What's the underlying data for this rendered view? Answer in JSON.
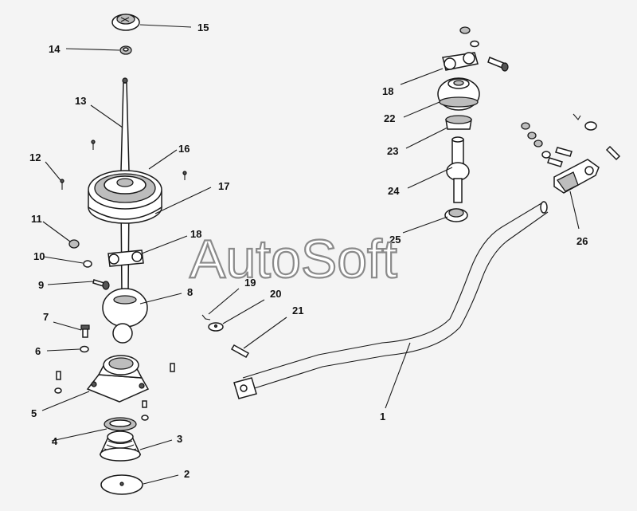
{
  "watermark": "AutoSoft",
  "callouts": [
    {
      "id": "callout-1",
      "number": "1"
    },
    {
      "id": "callout-2",
      "number": "2"
    },
    {
      "id": "callout-3",
      "number": "3"
    },
    {
      "id": "callout-4",
      "number": "4"
    },
    {
      "id": "callout-5",
      "number": "5"
    },
    {
      "id": "callout-6",
      "number": "6"
    },
    {
      "id": "callout-7",
      "number": "7"
    },
    {
      "id": "callout-8",
      "number": "8"
    },
    {
      "id": "callout-9",
      "number": "9"
    },
    {
      "id": "callout-10",
      "number": "10"
    },
    {
      "id": "callout-11",
      "number": "11"
    },
    {
      "id": "callout-12",
      "number": "12"
    },
    {
      "id": "callout-13",
      "number": "13"
    },
    {
      "id": "callout-14",
      "number": "14"
    },
    {
      "id": "callout-15",
      "number": "15"
    },
    {
      "id": "callout-16",
      "number": "16"
    },
    {
      "id": "callout-17",
      "number": "17"
    },
    {
      "id": "callout-18a",
      "number": "18"
    },
    {
      "id": "callout-18b",
      "number": "18"
    },
    {
      "id": "callout-19",
      "number": "19"
    },
    {
      "id": "callout-20",
      "number": "20"
    },
    {
      "id": "callout-21",
      "number": "21"
    },
    {
      "id": "callout-22",
      "number": "22"
    },
    {
      "id": "callout-23",
      "number": "23"
    },
    {
      "id": "callout-24",
      "number": "24"
    },
    {
      "id": "callout-25",
      "number": "25"
    },
    {
      "id": "callout-26",
      "number": "26"
    }
  ]
}
